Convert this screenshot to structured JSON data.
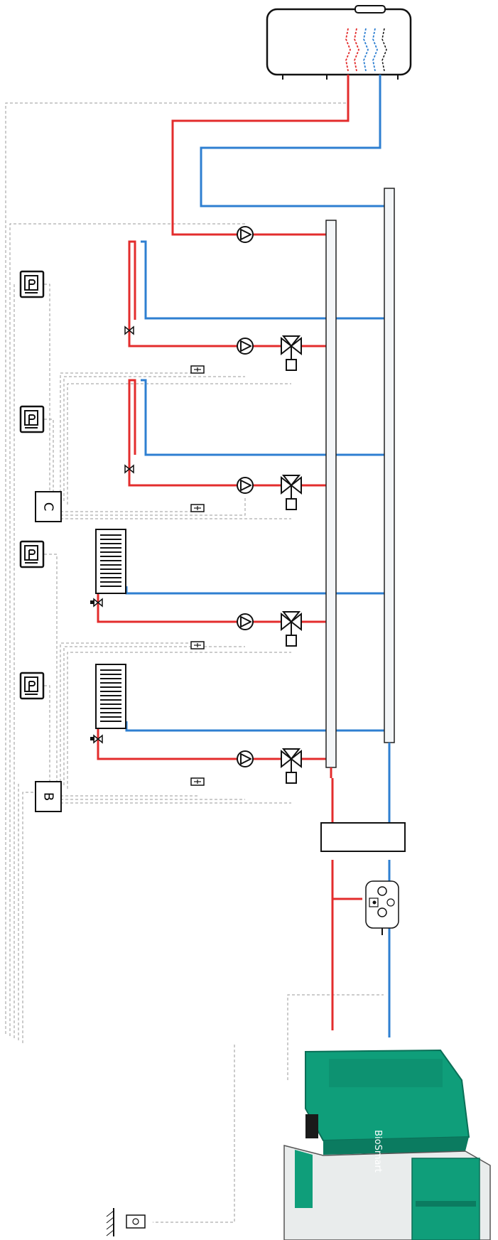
{
  "colors": {
    "supply": "#e32c2c",
    "return": "#2e7fd1",
    "control_wire": "#9a9a9a",
    "outline": "#111111",
    "manifold": "#f4f6f8",
    "boiler_green": "#0f9e7a",
    "boiler_dark": "#0b7b60"
  },
  "icons": {
    "pump": "pump-icon",
    "valve": "three-way-valve-icon",
    "thermostat": "room-thermostat-icon",
    "radiator": "radiator-icon",
    "tank": "storage-tank-icon",
    "sensor": "temperature-sensor-icon"
  },
  "modules": {
    "module_b": "B",
    "module_c": "C"
  },
  "boiler": {
    "brand": "BioSmart"
  }
}
